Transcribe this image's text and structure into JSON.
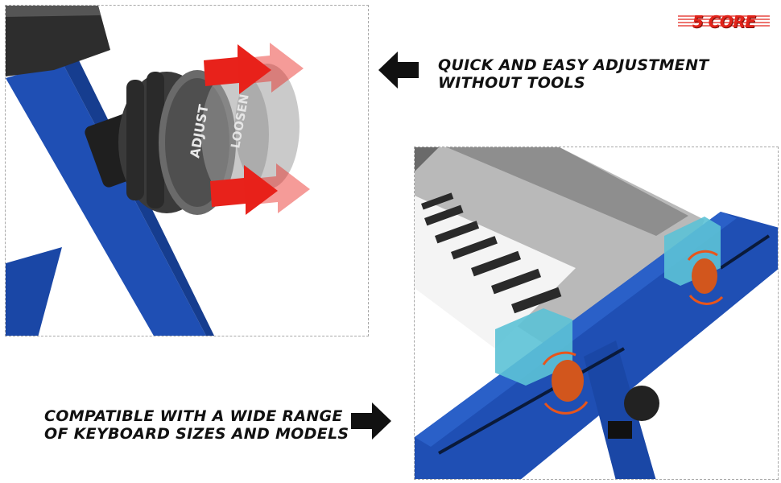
{
  "brand": {
    "logo_text": "5 CORE",
    "color": "#e2231a"
  },
  "features": [
    {
      "text_line1": "QUICK AND EASY ADJUSTMENT",
      "text_line2": "WITHOUT TOOLS",
      "arrow": "arrow-left-icon"
    },
    {
      "text_line1": "COMPATIBLE WITH A WIDE RANGE",
      "text_line2": "OF KEYBOARD SIZES AND MODELS",
      "arrow": "arrow-right-icon"
    }
  ],
  "knob": {
    "text_primary": "ADJUST",
    "text_secondary": "LOOSEN"
  },
  "colors": {
    "frame_blue": "#1f4fb4",
    "accent_red": "#e8221b",
    "clamp_orange": "#d2561d",
    "clip_cyan": "#5cc2d6"
  }
}
